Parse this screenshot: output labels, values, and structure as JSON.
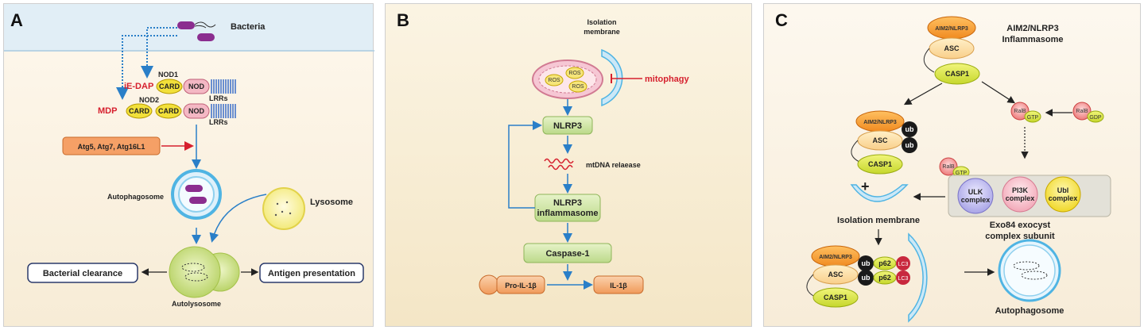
{
  "panelA": {
    "letter": "A",
    "bacteria": "Bacteria",
    "nod1": "NOD1",
    "nod2": "NOD2",
    "ie_dap": "iE-DAP",
    "mdp": "MDP",
    "card": "CARD",
    "nod": "NOD",
    "lrrs": "LRRs",
    "atg": "Atg5, Atg7, Atg16L1",
    "autophagosome": "Autophagosome",
    "lysosome": "Lysosome",
    "autolysosome": "Autolysosome",
    "bacterial_clearance": "Bacterial clearance",
    "antigen_presentation": "Antigen presentation"
  },
  "panelB": {
    "letter": "B",
    "isolation_membrane_1": "Isolation",
    "isolation_membrane_2": "membrane",
    "ros": "ROS",
    "mitophagy": "mitophagy",
    "nlrp3": "NLRP3",
    "mtdna": "mtDNA relaease",
    "inflammasome_1": "NLRP3",
    "inflammasome_2": "inflammasome",
    "caspase": "Caspase-1",
    "pro_il": "Pro-IL-1β",
    "il": "IL-1β"
  },
  "panelC": {
    "letter": "C",
    "title_1": "AIM2/NLRP3",
    "title_2": "Inflammasome",
    "aim2": "AIM2/NLRP3",
    "asc": "ASC",
    "casp1": "CASP1",
    "ub": "ub",
    "ralb": "RalB",
    "gtp": "GTP",
    "gdp": "GDP",
    "ulk_1": "ULK",
    "ulk_2": "complex",
    "pi3k_1": "PI3K",
    "pi3k_2": "complex",
    "ubl_1": "Ubl",
    "ubl_2": "complex",
    "plus": "+",
    "isolation_membrane": "Isolation membrane",
    "exo84_1": "Exo84 exocyst",
    "exo84_2": "complex subunit",
    "p62": "p62",
    "lc3": "LC3",
    "autophagosome": "Autophagosome"
  },
  "colors": {
    "arrow_blue": "#2a7fc8",
    "red": "#d6202e",
    "card_yellow": "#f2e03a",
    "nod_pink": "#f4b8c4",
    "lrr_blue": "#6a8fd0",
    "green_box": "#cfe6a8",
    "orange": "#f59a3a",
    "asc_peach": "#fbd8a6"
  }
}
